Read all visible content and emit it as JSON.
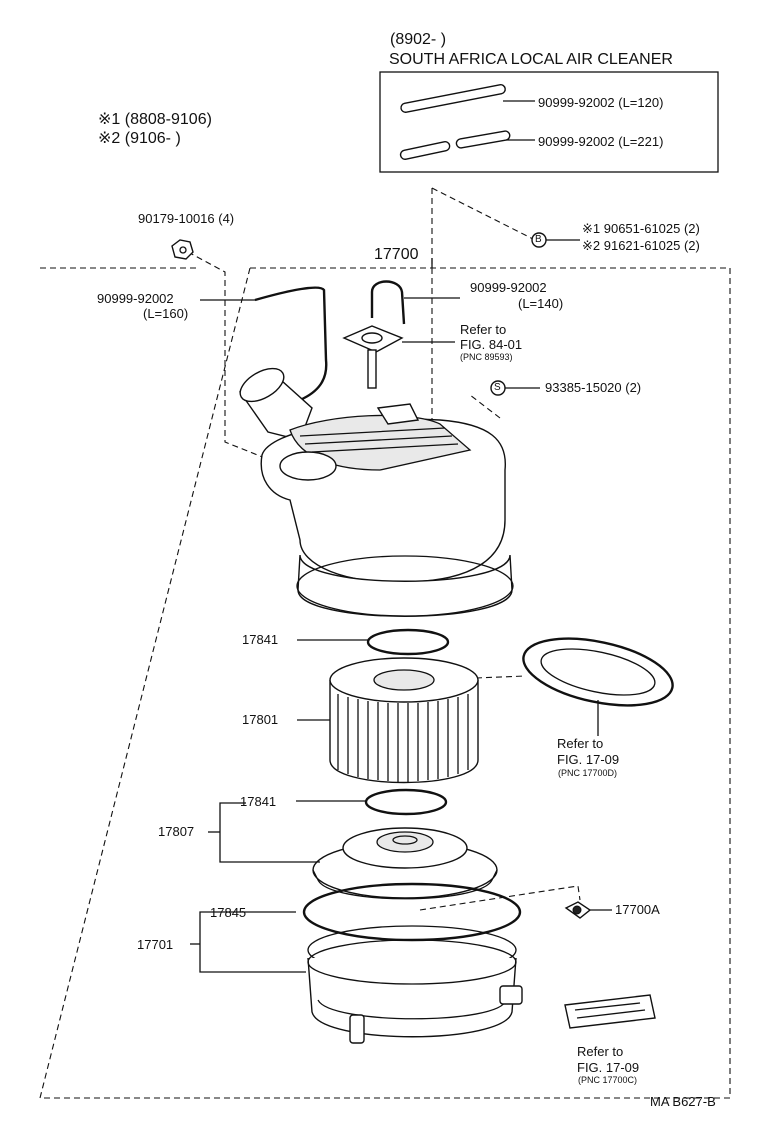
{
  "header": {
    "date_range": "(8902-        )",
    "region_title": "SOUTH AFRICA LOCAL AIR CLEANER"
  },
  "legend_notes": {
    "note1": "※1 (8808-9106)",
    "note2": "※2 (9106-          )"
  },
  "inset_parts": [
    {
      "part": "90999-92002 (L=120)"
    },
    {
      "part": "90999-92002 (L=221)"
    }
  ],
  "symbols": {
    "b_mark": "B",
    "s_mark": "S"
  },
  "callouts": {
    "c90179": "90179-10016 (4)",
    "c17700": "17700",
    "b1": "※1 90651-61025 (2)",
    "b2": "※2 91621-61025 (2)",
    "hose_left_part": "90999-92002",
    "hose_left_len": "(L=160)",
    "hose_right_part": "90999-92002",
    "hose_right_len": "(L=140)",
    "ref84_line1": "Refer to",
    "ref84_line2": "FIG. 84-01",
    "ref84_pnc": "(PNC 89593)",
    "c93385": "93385-15020 (2)",
    "c17841a": "17841",
    "c17801": "17801",
    "c17841b": "17841",
    "c17807": "17807",
    "c17845": "17845",
    "c17701": "17701",
    "c17700a": "17700A",
    "ref1709a_line1": "Refer to",
    "ref1709a_line2": "FIG. 17-09",
    "ref1709a_pnc": "(PNC 17700D)",
    "ref1709b_line1": "Refer to",
    "ref1709b_line2": "FIG. 17-09",
    "ref1709b_pnc": "(PNC 17700C)"
  },
  "footer": {
    "drawing_id": "MA B627-B"
  }
}
